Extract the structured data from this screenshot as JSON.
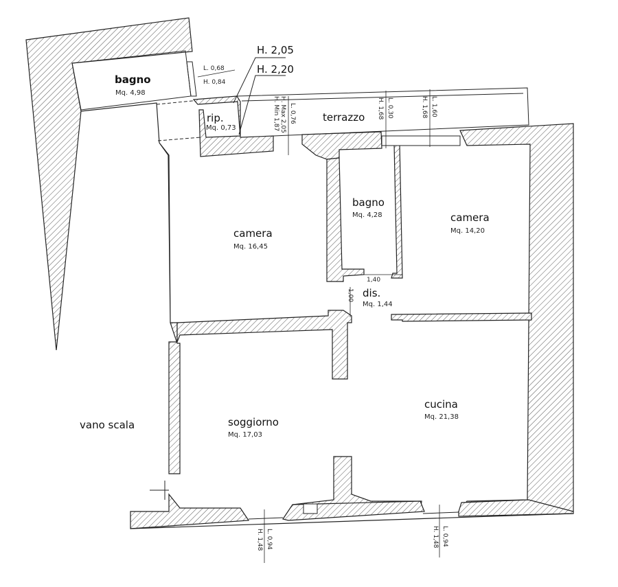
{
  "heights": {
    "top_label_1": "H. 2,05",
    "top_label_2": "H. 2,20"
  },
  "rooms": {
    "bagno_top": {
      "name": "bagno",
      "area": "Mq. 4,98"
    },
    "ripostiglio": {
      "name": "rip.",
      "area": "Mq. 0,73"
    },
    "terrazzo": {
      "name": "terrazzo"
    },
    "camera_left": {
      "name": "camera",
      "area": "Mq. 16,45"
    },
    "bagno_mid": {
      "name": "bagno",
      "area": "Mq. 4,28"
    },
    "camera_right": {
      "name": "camera",
      "area": "Mq. 14,20"
    },
    "dis": {
      "name": "dis.",
      "area": "Mq. 1,44"
    },
    "soggiorno": {
      "name": "soggiorno",
      "area": "Mq. 17,03"
    },
    "cucina": {
      "name": "cucina",
      "area": "Mq. 21,38"
    },
    "vano_scala": {
      "name": "vano scala"
    }
  },
  "dimensions": {
    "bagno_window_l": "L. 0,68",
    "bagno_window_h": "H. 0,84",
    "terrazzo_hmax": "H. Max 2,05",
    "terrazzo_hmin": "H. Min 1,87",
    "terrazzo_l1": "L. 0,76",
    "bagno_mid_h": "H. 1,68",
    "bagno_mid_l": "L. 0,30",
    "camera_right_h": "H. 1,68",
    "camera_right_l": "L. 1,60",
    "dis_width": "1,40",
    "dis_height": "1,00",
    "soggiorno_window_h": "H. 1,48",
    "soggiorno_window_l": "L. 0,94",
    "cucina_window_h": "H. 1,48",
    "cucina_window_l": "L. 0,94"
  }
}
